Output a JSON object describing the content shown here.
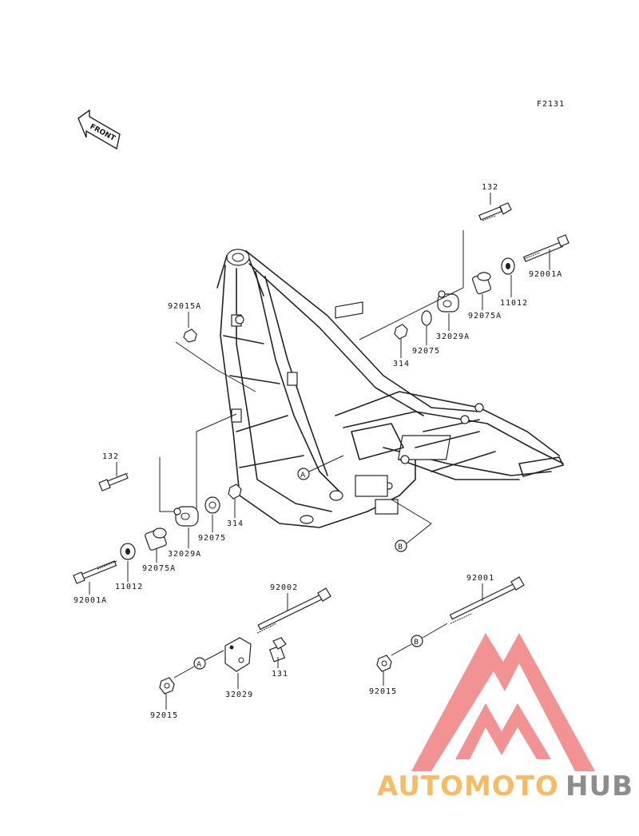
{
  "figure_code": "F2131",
  "front_label": "FRONT",
  "callouts": {
    "a": "A",
    "b": "B"
  },
  "parts": {
    "p132_right": "132",
    "p92001A_right": "92001A",
    "p11012_right": "11012",
    "p92075A_right": "92075A",
    "p32029A_right": "32029A",
    "p92075_right": "92075",
    "p314_right": "314",
    "p92015A": "92015A",
    "p132_left": "132",
    "p314_left": "314",
    "p92075_left": "92075",
    "p32029A_left": "32029A",
    "p92075A_left": "92075A",
    "p11012_left": "11012",
    "p92001A_left": "92001A",
    "p92002": "92002",
    "p131": "131",
    "p32029": "32029",
    "p92015_left": "92015",
    "p92001": "92001",
    "p92015_right": "92015"
  },
  "watermark": {
    "part1": "AUTOMOTO",
    "part2": "HUB"
  },
  "colors": {
    "watermark_red": "#f08080",
    "watermark_orange": "#f6b04a",
    "watermark_dark": "#7a7a7a"
  }
}
